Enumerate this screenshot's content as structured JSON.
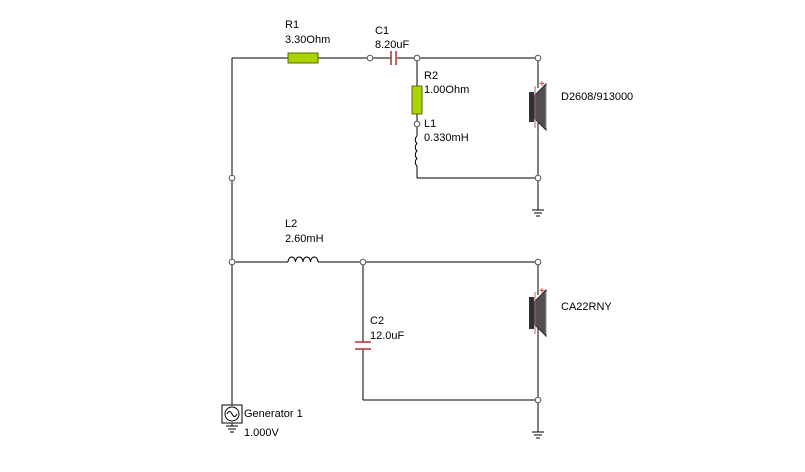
{
  "colors": {
    "wire": "#000000",
    "resistor_fill": "#aad400",
    "capacitor_plate": "#b03030",
    "speaker_body": "#303030",
    "polarity_mark": "#e00000",
    "node": "#555555"
  },
  "components": {
    "r1": {
      "ref": "R1",
      "value": "3.30Ohm"
    },
    "c1": {
      "ref": "C1",
      "value": "8.20uF"
    },
    "r2": {
      "ref": "R2",
      "value": "1.00Ohm"
    },
    "l1": {
      "ref": "L1",
      "value": "0.330mH"
    },
    "l2": {
      "ref": "L2",
      "value": "2.60mH"
    },
    "c2": {
      "ref": "C2",
      "value": "12.0uF"
    },
    "speaker1": {
      "ref": "D2608/913000",
      "polarity": "+"
    },
    "speaker2": {
      "ref": "CA22RNY",
      "polarity": "+"
    },
    "generator": {
      "ref": "Generator 1",
      "value": "1.000V"
    }
  },
  "icons": [
    "resistor-icon",
    "capacitor-icon",
    "inductor-icon",
    "speaker-icon",
    "ground-icon",
    "ac-source-icon"
  ]
}
